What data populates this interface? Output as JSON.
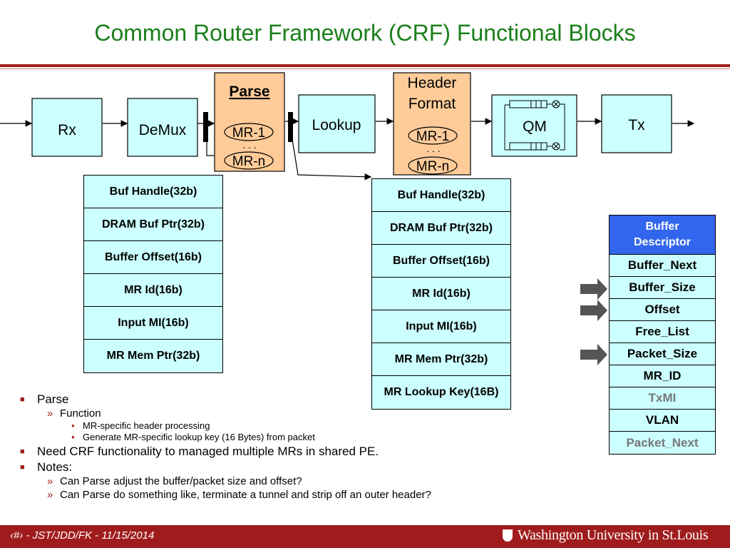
{
  "title": "Common Router Framework (CRF) Functional Blocks",
  "blocks": {
    "rx": "Rx",
    "demux": "DeMux",
    "parse": "Parse",
    "lookup": "Lookup",
    "header_format_1": "Header",
    "header_format_2": "Format",
    "qm": "QM",
    "tx": "Tx",
    "mr1": "MR-1",
    "mrn": "MR-n",
    "dots": ". . ."
  },
  "table_left": [
    "Buf Handle(32b)",
    "DRAM Buf Ptr(32b)",
    "Buffer Offset(16b)",
    "MR Id(16b)",
    "Input MI(16b)",
    "MR Mem Ptr(32b)"
  ],
  "table_right": [
    "Buf Handle(32b)",
    "DRAM Buf Ptr(32b)",
    "Buffer Offset(16b)",
    "MR Id(16b)",
    "Input MI(16b)",
    "MR Mem Ptr(32b)",
    "MR Lookup Key(16B)"
  ],
  "buffer_descriptor": {
    "header_1": "Buffer",
    "header_2": "Descriptor",
    "fields": [
      "Buffer_Next",
      "Buffer_Size",
      "Offset",
      "Free_List",
      "Packet_Size",
      "MR_ID",
      "TxMI",
      "VLAN",
      "Packet_Next"
    ]
  },
  "bullets": {
    "parse": "Parse",
    "function": "Function",
    "sub1": "MR-specific header processing",
    "sub2": "Generate MR-specific lookup key (16 Bytes) from packet",
    "need": "Need CRF functionality to managed multiple MRs in shared PE.",
    "notes": "Notes:",
    "note1": "Can Parse adjust the buffer/packet size and offset?",
    "note2": "Can Parse do something like, terminate a tunnel and strip off an outer header?"
  },
  "footer": {
    "text": "‹#› - JST/JDD/FK - 11/15/2014",
    "logo": "Washington University in St.Louis"
  },
  "colors": {
    "title": "#1a7f1a",
    "accent": "#a01c1c",
    "block_fill": "#ccffff",
    "mr_block_fill": "#ffcc99",
    "descriptor_header": "#3366ee"
  }
}
